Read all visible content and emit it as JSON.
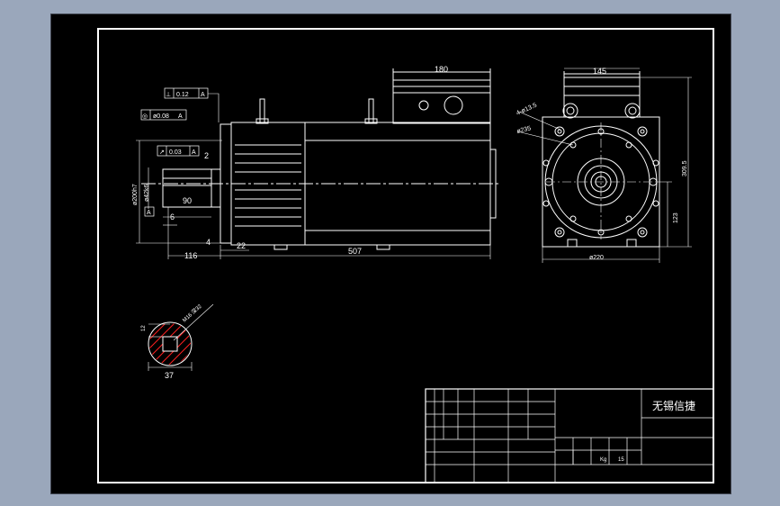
{
  "side_view": {
    "tolerances": {
      "perpendicularity": "0.12",
      "concentricity": "ø0.08",
      "runout": "0.03",
      "datum_a": "A"
    },
    "dims": {
      "length_180": "180",
      "length_507": "507",
      "length_116": "116",
      "length_22": "22",
      "length_90": "90",
      "length_6": "6",
      "length_4": "4",
      "length_2": "2",
      "dia_shaft": "ø42k6",
      "dia_spigot": "ø200h7",
      "datum_label": "A"
    }
  },
  "front_view": {
    "dims": {
      "width_145": "145",
      "height_3095": "309.5",
      "height_123": "123",
      "width_220": "ø220",
      "holes": "4-ø13.5",
      "pcd": "ø235"
    }
  },
  "section": {
    "thread": "M16 深32",
    "keyway": "12",
    "width": "37"
  },
  "title_block": {
    "name": "无锡信捷",
    "weight_unit": "Kg",
    "weight": "15"
  },
  "colors": {
    "background": "#000000",
    "lines": "#ffffff",
    "hatch": "#ff2020",
    "app_bg": "#9aa7bb"
  }
}
